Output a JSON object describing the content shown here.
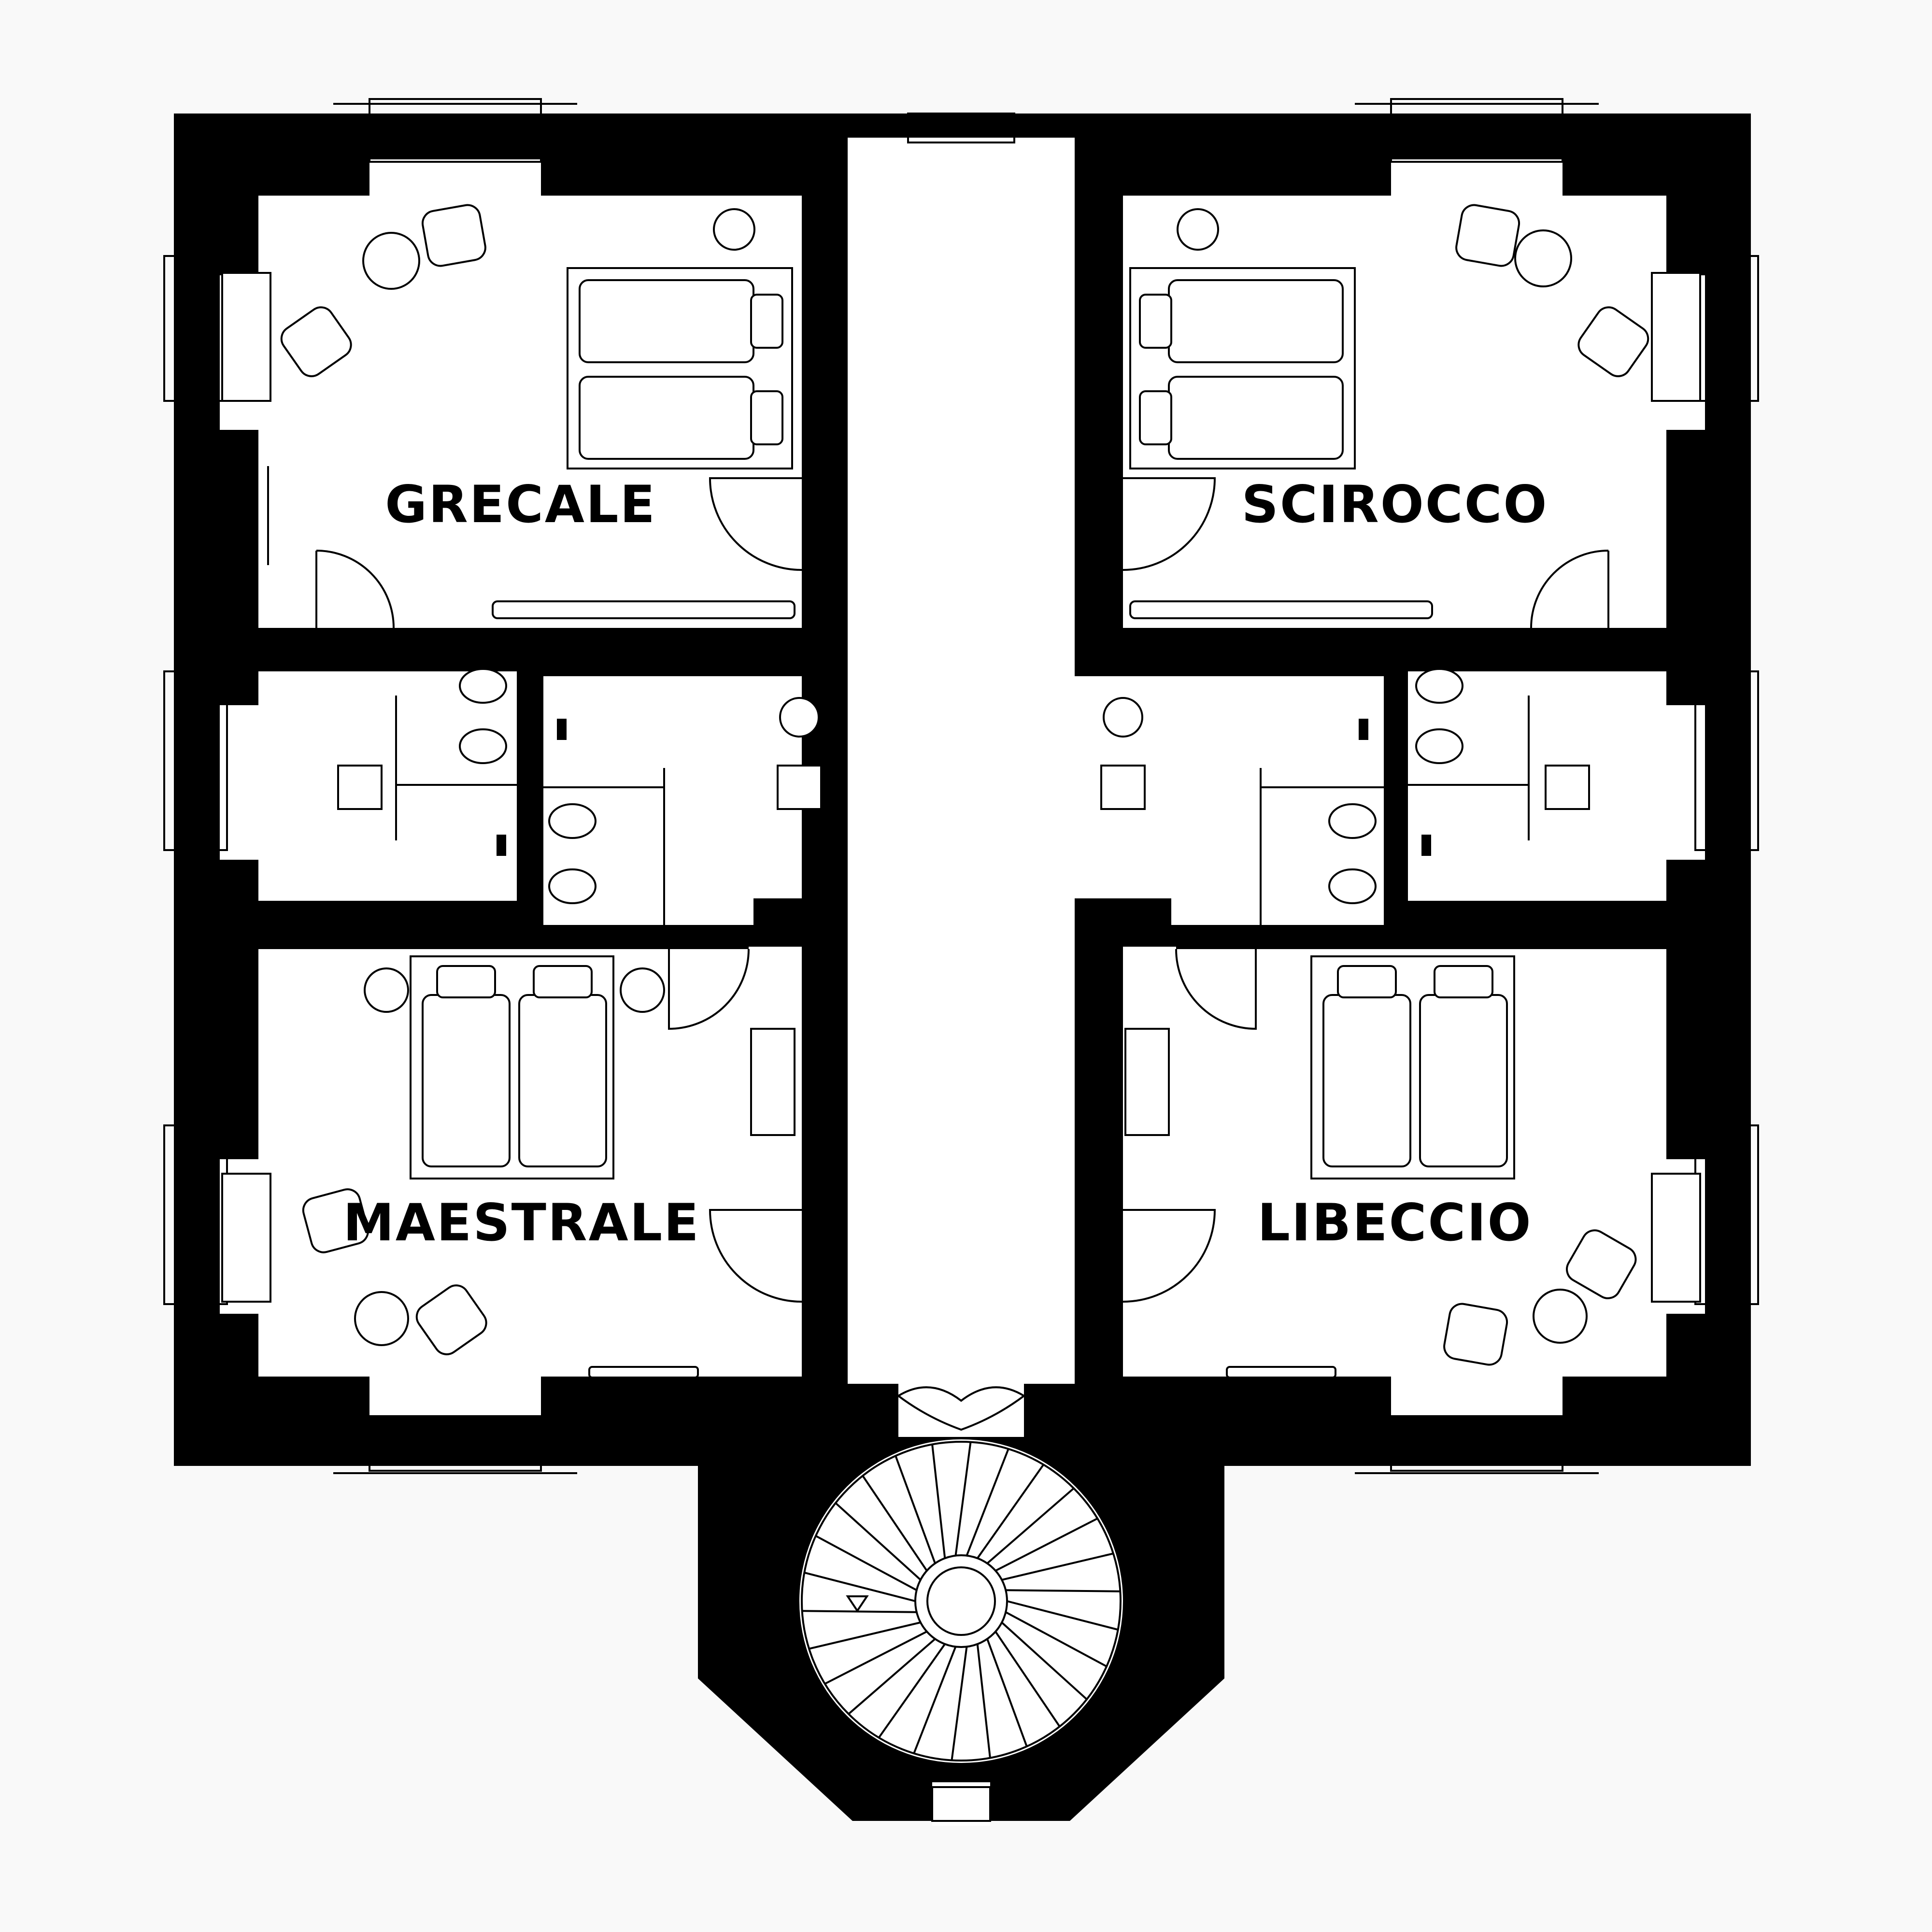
{
  "colors": {
    "background": "#f9f9f9",
    "wall": "#000000",
    "floor": "#ffffff",
    "line": "#000000"
  },
  "rooms": [
    {
      "id": "grecale",
      "label": "GRECALE"
    },
    {
      "id": "scirocco",
      "label": "SCIROCCO"
    },
    {
      "id": "maestrale",
      "label": "MAESTRALE"
    },
    {
      "id": "libeccio",
      "label": "LIBECCIO"
    }
  ],
  "icons": [
    "double-bed-icon",
    "twin-bed-icon",
    "armchair-icon",
    "round-table-icon",
    "toilet-icon",
    "bidet-icon",
    "sink-icon",
    "door-swing-icon",
    "radiator-icon",
    "spiral-staircase-icon",
    "stair-direction-arrow-icon"
  ]
}
